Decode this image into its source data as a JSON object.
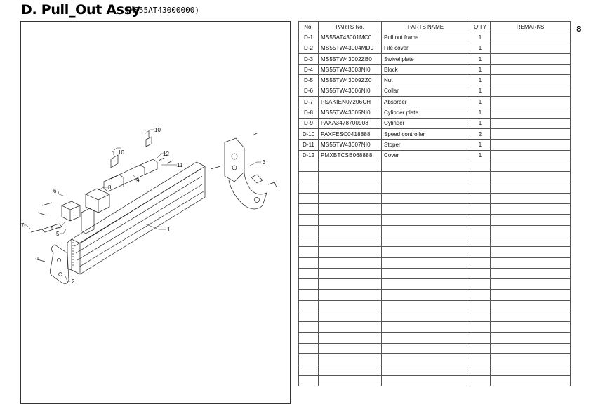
{
  "header": {
    "title": "D. Pull_Out Assy",
    "code": "(MS55AT43000000)",
    "page_number": "8"
  },
  "table": {
    "columns": [
      "No.",
      "PARTS No.",
      "PARTS NAME",
      "Q'TY",
      "REMARKS"
    ],
    "rows": [
      {
        "no": "D-1",
        "part_no": "MS55AT43001MC0",
        "name": "Pull out frame",
        "qty": "1",
        "remarks": ""
      },
      {
        "no": "D-2",
        "part_no": "MS55TW43004MD0",
        "name": "File cover",
        "qty": "1",
        "remarks": ""
      },
      {
        "no": "D-3",
        "part_no": "MS55TW43002ZB0",
        "name": "Swivel plate",
        "qty": "1",
        "remarks": ""
      },
      {
        "no": "D-4",
        "part_no": "MS55TW43003NI0",
        "name": "Block",
        "qty": "1",
        "remarks": ""
      },
      {
        "no": "D-5",
        "part_no": "MS55TW43009ZZ0",
        "name": "Nut",
        "qty": "1",
        "remarks": ""
      },
      {
        "no": "D-6",
        "part_no": "MS55TW43006NI0",
        "name": "Collar",
        "qty": "1",
        "remarks": ""
      },
      {
        "no": "D-7",
        "part_no": "PSAKIEN07206CH",
        "name": "Absorber",
        "qty": "1",
        "remarks": ""
      },
      {
        "no": "D-8",
        "part_no": "MS55TW43005NI0",
        "name": "Cylinder plate",
        "qty": "1",
        "remarks": ""
      },
      {
        "no": "D-9",
        "part_no": "PAXA3478700908",
        "name": "Cylinder",
        "qty": "1",
        "remarks": ""
      },
      {
        "no": "D-10",
        "part_no": "PAXFESC0418888",
        "name": "Speed controller",
        "qty": "2",
        "remarks": ""
      },
      {
        "no": "D-11",
        "part_no": "MS55TW43007NI0",
        "name": "Stoper",
        "qty": "1",
        "remarks": ""
      },
      {
        "no": "D-12",
        "part_no": "PMXBTCSB068888",
        "name": "Cover",
        "qty": "1",
        "remarks": ""
      }
    ],
    "empty_rows": 21
  },
  "diagram": {
    "callouts": [
      {
        "id": "c1",
        "label": "1"
      },
      {
        "id": "c2",
        "label": "2"
      },
      {
        "id": "c3",
        "label": "3"
      },
      {
        "id": "c4",
        "label": "4"
      },
      {
        "id": "c5",
        "label": "5"
      },
      {
        "id": "c6",
        "label": "6"
      },
      {
        "id": "c7",
        "label": "7"
      },
      {
        "id": "c8",
        "label": "8"
      },
      {
        "id": "c9",
        "label": "9"
      },
      {
        "id": "c10a",
        "label": "10"
      },
      {
        "id": "c10b",
        "label": "10"
      },
      {
        "id": "c11",
        "label": "11"
      },
      {
        "id": "c12",
        "label": "12"
      }
    ]
  }
}
